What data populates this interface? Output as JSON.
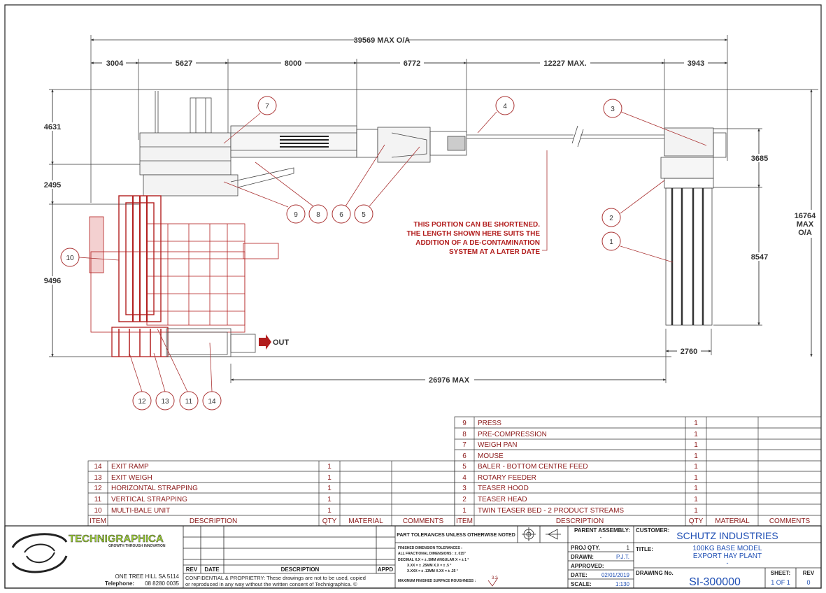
{
  "dimensions": {
    "overall": "39569 MAX O/A",
    "segments": [
      "3004",
      "5627",
      "8000",
      "6772",
      "12227 MAX.",
      "3943"
    ],
    "left": [
      "4631",
      "2495",
      "9496"
    ],
    "right_total": [
      "16764",
      "MAX",
      "O/A"
    ],
    "right": [
      "3685",
      "8547"
    ],
    "bottom_right": "2760",
    "bottom": "26976 MAX"
  },
  "note": {
    "lines": [
      "THIS PORTION CAN BE SHORTENED.",
      "THE LENGTH SHOWN HERE SUITS THE",
      "ADDITION OF A DE-CONTAMINATION",
      "SYSTEM AT A LATER DATE"
    ]
  },
  "out_label": "OUT",
  "balloons": [
    "1",
    "2",
    "3",
    "4",
    "5",
    "6",
    "7",
    "8",
    "9",
    "10",
    "11",
    "12",
    "13",
    "14"
  ],
  "bom_left": {
    "rows": [
      {
        "item": "14",
        "desc": "EXIT RAMP",
        "qty": "1"
      },
      {
        "item": "13",
        "desc": "EXIT WEIGH",
        "qty": "1"
      },
      {
        "item": "12",
        "desc": "HORIZONTAL STRAPPING",
        "qty": "1"
      },
      {
        "item": "11",
        "desc": "VERTICAL STRAPPING",
        "qty": "1"
      },
      {
        "item": "10",
        "desc": "MULTI-BALE UNIT",
        "qty": "1"
      }
    ],
    "header": {
      "item": "ITEM",
      "desc": "DESCRIPTION",
      "qty": "QTY",
      "material": "MATERIAL",
      "comments": "COMMENTS"
    }
  },
  "bom_right": {
    "rows": [
      {
        "item": "9",
        "desc": "PRESS",
        "qty": "1"
      },
      {
        "item": "8",
        "desc": "PRE-COMPRESSION",
        "qty": "1"
      },
      {
        "item": "7",
        "desc": "WEIGH PAN",
        "qty": "1"
      },
      {
        "item": "6",
        "desc": "MOUSE",
        "qty": "1"
      },
      {
        "item": "5",
        "desc": "BALER - BOTTOM CENTRE FEED",
        "qty": "1"
      },
      {
        "item": "4",
        "desc": "ROTARY FEEDER",
        "qty": "1"
      },
      {
        "item": "3",
        "desc": "TEASER HOOD",
        "qty": "1"
      },
      {
        "item": "2",
        "desc": "TEASER HEAD",
        "qty": "1"
      },
      {
        "item": "1",
        "desc": "TWIN TEASER BED - 2 PRODUCT STREAMS",
        "qty": "1"
      }
    ],
    "header": {
      "item": "ITEM",
      "desc": "DESCRIPTION",
      "qty": "QTY",
      "material": "MATERIAL",
      "comments": "COMMENTS"
    }
  },
  "title_block": {
    "logo_text": "TECHNIGRAPHICA",
    "logo_tagline": "GROWTH THROUGH INNOVATION",
    "address": "ONE TREE HILL   SA  5114",
    "telephone_label": "Telephone:",
    "telephone": "08 8280 0035",
    "rev_headers": {
      "rev": "REV",
      "date": "DATE",
      "description": "DESCRIPTION",
      "appd": "APPD"
    },
    "confidential": "CONFIDENTIAL & PROPRIETRY:  These drawings are not to be used, copied",
    "confidential2": "or reproduced in any way without the written consent of Technigraphica. ©",
    "tolerance_title": "PART TOLERANCES UNLESS OTHERWISE NOTED",
    "tol_finished": "FINISHED DIMENSION TOLERANCES :",
    "tol_fraction": "ALL FRACTIONAL DIMENSIONS :   ± .015\"",
    "tol_decimal": "DECIMAL X.X    =  ± .5MM      ANGULAR X    =  ± 1 °",
    "tol_xx": "X.XX   =  ± .25MM          X.X    =  ± .5 °",
    "tol_xxx": "X.XXX  =  ± .13MM          X.XX   =  ± .25 °",
    "roughness_label": "MAXIMUM FINISHED SURFACE ROUGHNESS :",
    "roughness_value": "3.2",
    "parent_assembly_label": "PARENT ASSEMBLY:",
    "parent_assembly": "-",
    "customer_label": "CUSTOMER:",
    "customer": "SCHUTZ INDUSTRIES",
    "proj_qty_label": "PROJ QTY.",
    "proj_qty": "1",
    "drawn_label": "DRAWN:",
    "drawn": "P.J.T.",
    "approved_label": "APPROVED:",
    "date_label": "DATE:",
    "date": "02/01/2019",
    "scale_label": "SCALE:",
    "scale": "1:130",
    "title_label": "TITLE:",
    "title1": "100KG BASE MODEL",
    "title2": "EXPORT HAY PLANT",
    "title3": "-",
    "drawing_no_label": "DRAWING No.",
    "drawing_no": "SI-300000",
    "sheet_label": "SHEET:",
    "sheet": "1 OF 1",
    "rev_label": "REV",
    "rev": "0"
  }
}
